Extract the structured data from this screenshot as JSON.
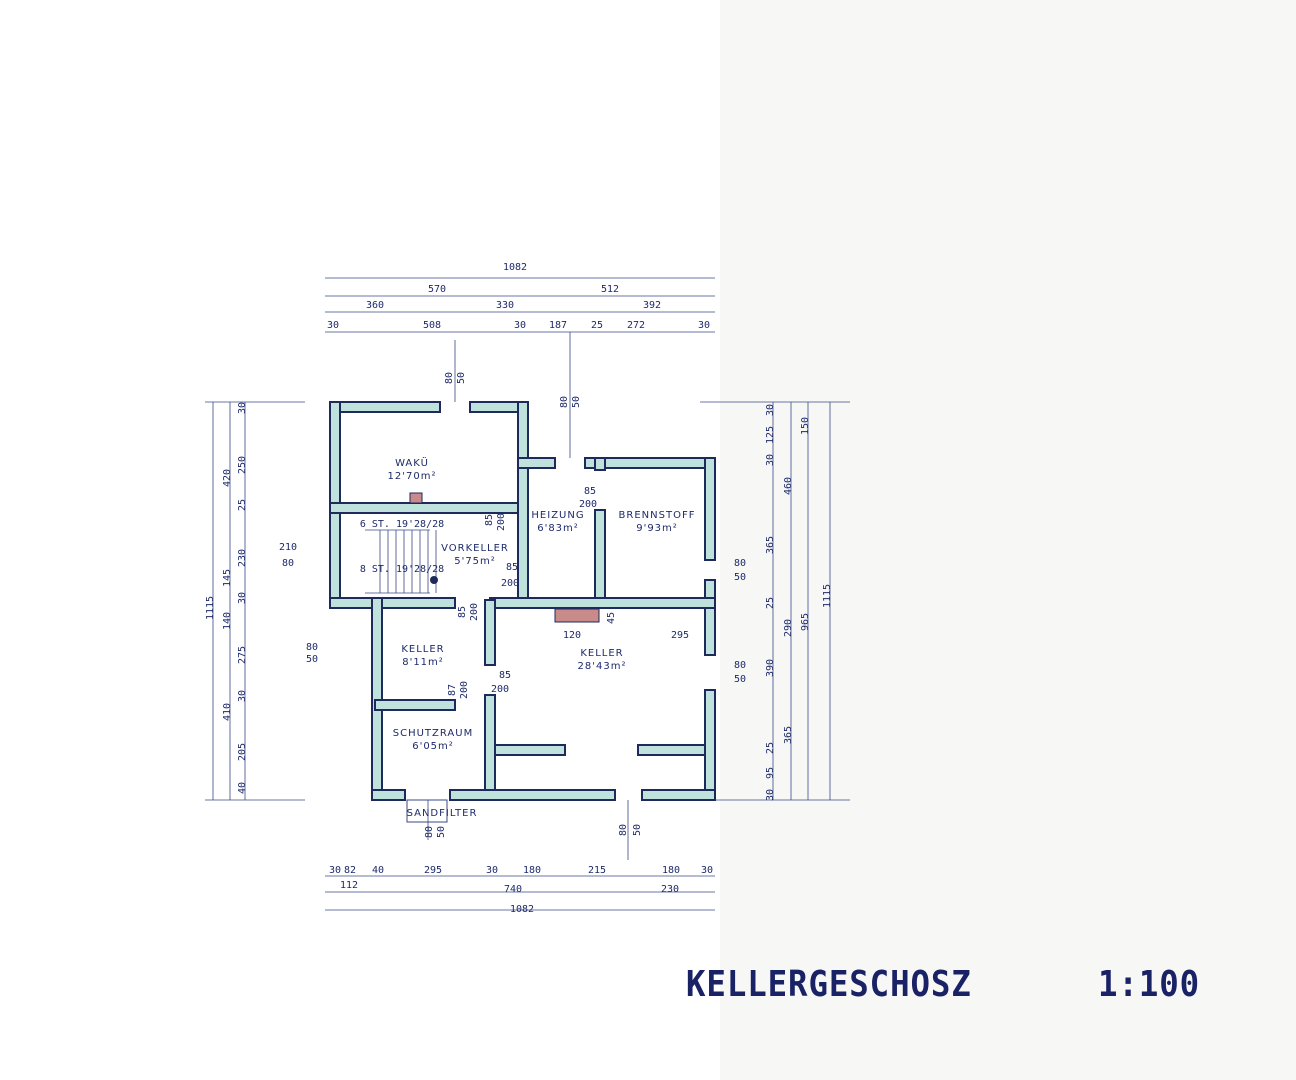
{
  "title": "KELLERGESCHOSZ",
  "scale": "1:100",
  "colors": {
    "wall_fill": "#bfe2dd",
    "line": "#1e2a5c",
    "chimney": "#c98a8a"
  },
  "rooms": [
    {
      "name": "WAKÜ",
      "area": "12'70m²"
    },
    {
      "name": "HEIZUNG",
      "area": "6'83m²"
    },
    {
      "name": "BRENNSTOFF",
      "area": "9'93m²"
    },
    {
      "name": "VORKELLER",
      "area": "5'75m²"
    },
    {
      "name": "KELLER",
      "area": "8'11m²"
    },
    {
      "name": "KELLER",
      "area": "28'43m²"
    },
    {
      "name": "SCHUTZRAUM",
      "area": "6'05m²"
    },
    {
      "name": "SANDFILTER",
      "area": ""
    }
  ],
  "stairs": [
    "6 ST. 19'28/28",
    "8 ST. 19'28/28"
  ],
  "dims": {
    "top": [
      "1082",
      "570",
      "512",
      "360",
      "330",
      "392",
      "30",
      "508",
      "30",
      "187",
      "25",
      "272",
      "30"
    ],
    "bottom": [
      "30",
      "82",
      "40",
      "295",
      "30",
      "180",
      "215",
      "180",
      "30",
      "112",
      "740",
      "230",
      "1082"
    ],
    "left": [
      "1115",
      "420",
      "145",
      "140",
      "410",
      "30",
      "250",
      "25",
      "230",
      "30",
      "275",
      "30",
      "205",
      "40"
    ],
    "right": [
      "30",
      "125",
      "30",
      "365",
      "25",
      "390",
      "25",
      "95",
      "30",
      "460",
      "290",
      "365",
      "150",
      "965",
      "1115"
    ],
    "openings": [
      "210",
      "80",
      "80",
      "50",
      "80",
      "50",
      "80",
      "50",
      "80",
      "50",
      "80",
      "50",
      "85",
      "200",
      "85",
      "200",
      "85",
      "200",
      "85",
      "200",
      "87",
      "200",
      "85",
      "200",
      "120",
      "295",
      "45",
      "80",
      "50",
      "80",
      "50"
    ]
  }
}
